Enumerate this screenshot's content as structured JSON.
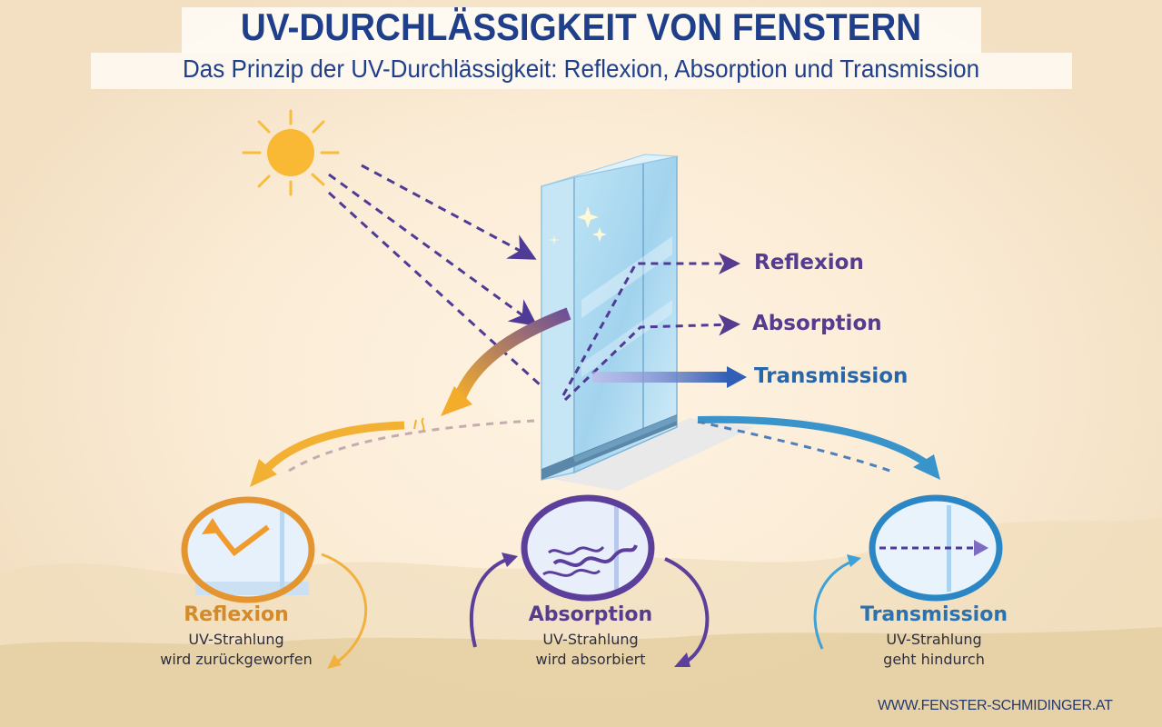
{
  "header": {
    "title": "UV-DURCHLÄSSIGKEIT VON FENSTERN",
    "subtitle": "Das Prinzip der UV-Durchlässigkeit: Reflexion, Absorption und Transmission"
  },
  "diagram": {
    "light_source": "sun-icon",
    "object": "glass-pane",
    "arrow_labels": {
      "reflexion": "Reflexion",
      "absorption": "Absorption",
      "transmission": "Transmission"
    }
  },
  "cards": [
    {
      "title": "Reflexion",
      "line1": "UV-Strahlung",
      "line2": "wird zurückgeworfen",
      "icon": "reflection-icon",
      "color": "#e08a22"
    },
    {
      "title": "Absorption",
      "line1": "UV-Strahlung",
      "line2": "wird absorbiert",
      "icon": "absorption-wave-icon",
      "color": "#5b3f9a"
    },
    {
      "title": "Transmission",
      "line1": "UV-Strahlung",
      "line2": "geht hindurch",
      "icon": "transmission-arrow-icon",
      "color": "#2a86c4"
    }
  ],
  "footer": {
    "url": "WWW.FENSTER-SCHMIDINGER.AT"
  },
  "colors": {
    "title": "#1f3f8a",
    "sun": "#f9b934",
    "ray_purple": "#4f3a96",
    "transmission_blue": "#2f6fbe",
    "glass": "#a9d8ef",
    "background": "#fbecd6"
  }
}
